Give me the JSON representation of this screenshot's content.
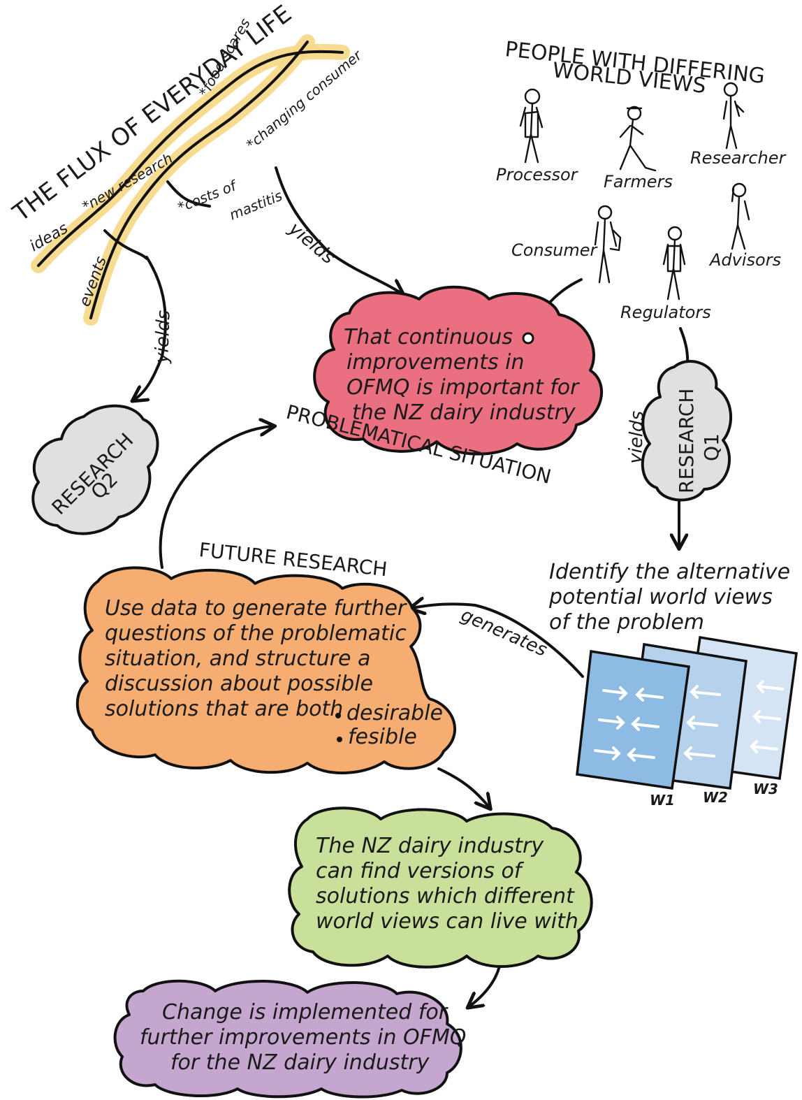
{
  "flux": {
    "title": "THE FLUX OF EVERYDAY LIFE",
    "items": {
      "food_scares": "*food scares",
      "changing_consumer": "*changing consumer",
      "new_research": "*new research",
      "costs_of_mastitis_line1": "*costs of",
      "costs_of_mastitis_line2": "mastitis",
      "ideas": "ideas",
      "events": "events"
    },
    "helix_color": "#f6d98a"
  },
  "people": {
    "title_line1": "PEOPLE WITH DIFFERING",
    "title_line2": "WORLD VIEWS",
    "roles": [
      "Processor",
      "Farmers",
      "Researcher",
      "Consumer",
      "Advisors",
      "Regulators"
    ]
  },
  "connectors": {
    "yields": "yields",
    "generates": "generates"
  },
  "problem": {
    "lines": [
      "That continuous",
      "improvements in",
      "OFMQ is important for",
      "the NZ dairy industry"
    ],
    "label": "PROBLEMATICAL SITUATION",
    "color": "#ea6f80"
  },
  "research_q1": {
    "line1": "RESEARCH",
    "line2": "Q1",
    "color": "#e0e0e0"
  },
  "research_q2": {
    "line1": "RESEARCH",
    "line2": "Q2",
    "color": "#e0e0e0"
  },
  "identify": {
    "lines": [
      "Identify the alternative",
      "potential world views",
      "of the problem"
    ]
  },
  "worldviews": {
    "labels": [
      "W1",
      "W2",
      "W3"
    ],
    "colors": [
      "#8dbbe3",
      "#b6d1ec",
      "#d4e4f4"
    ]
  },
  "future": {
    "label": "FUTURE RESEARCH",
    "lines": [
      "Use data to generate further",
      "questions of the problematic",
      "situation, and structure a",
      "discussion about possible",
      "solutions that are both"
    ],
    "bullets": [
      "desirable",
      "fesible"
    ],
    "color": "#f6ad72"
  },
  "solutions": {
    "lines": [
      "The NZ dairy industry",
      "can find versions of",
      "solutions which different",
      "world views can live with"
    ],
    "color": "#c9e09a"
  },
  "change": {
    "lines": [
      "Change is implemented for",
      "further improvements in OFMQ",
      "for the NZ dairy industry"
    ],
    "color": "#c4a6cf"
  }
}
